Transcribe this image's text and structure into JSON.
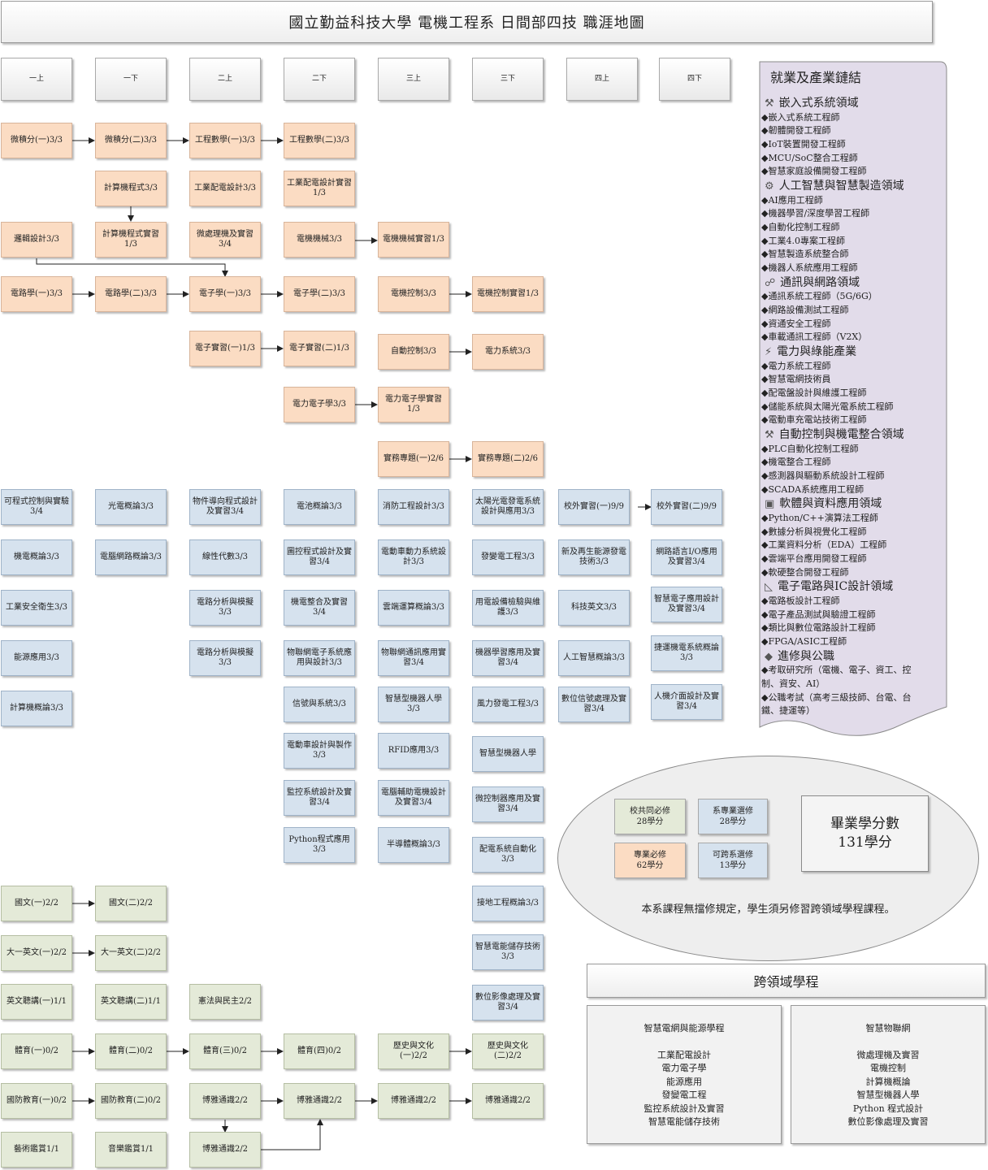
{
  "title": "國立勤益科技大學 電機工程系 日間部四技 職涯地圖",
  "semesters": [
    "一上",
    "一下",
    "二上",
    "二下",
    "三上",
    "三下",
    "四上",
    "四下"
  ],
  "courses": {
    "c01": "微積分(一)3/3",
    "c02": "微積分(二)3/3",
    "c03": "工程數學(一)3/3",
    "c04": "工程數學(二)3/3",
    "c05": "計算機程式3/3",
    "c06": "工業配電設計3/3",
    "c07": "工業配電設計實習1/3",
    "c08": "邏輯設計3/3",
    "c09": "計算機程式實習1/3",
    "c10": "微處理機及實習3/4",
    "c11": "電機機械3/3",
    "c12": "電機機械實習1/3",
    "c13": "電路學(一)3/3",
    "c14": "電路學(二)3/3",
    "c15": "電子學(一)3/3",
    "c16": "電子學(二)3/3",
    "c17": "電機控制3/3",
    "c18": "電機控制實習1/3",
    "c19": "電子實習(一)1/3",
    "c20": "電子實習(二)1/3",
    "c21": "自動控制3/3",
    "c22": "電力系統3/3",
    "c23": "電力電子學3/3",
    "c24": "電力電子學實習1/3",
    "c25": "實務專題(一)2/6",
    "c26": "實務專題(二)2/6",
    "e01": "可程式控制與實驗3/4",
    "e02": "光電概論3/3",
    "e03": "物件導向程式設計及實習3/4",
    "e04": "電池概論3/3",
    "e05": "消防工程設計3/3",
    "e06": "太陽光電發電系統設計與應用3/3",
    "e07": "校外實習(一)9/9",
    "e08": "校外實習(二)9/9",
    "e09": "機電概論3/3",
    "e10": "電腦網路概論3/3",
    "e11": "線性代數3/3",
    "e12": "圖控程式設計及實習3/4",
    "e13": "電動車動力系統設計3/3",
    "e14": "發變電工程3/3",
    "e15": "新及再生能源發電技術3/3",
    "e16": "網路語言I/O應用及實習3/4",
    "e17": "工業安全衛生3/3",
    "e18": "電路分析與模擬3/3",
    "e19": "機電整合及實習3/4",
    "e20": "雲端運算概論3/3",
    "e21": "用電設備檢驗與維護3/3",
    "e22": "科技英文3/3",
    "e23": "智慧電子應用設計及實習3/4",
    "e24": "能源應用3/3",
    "e25": "電路分析與模擬3/3",
    "e26": "物聯網電子系統應用與設計3/3",
    "e27": "物聯網通訊應用實習3/4",
    "e28": "機器學習應用及實習3/4",
    "e29": "人工智慧概論3/3",
    "e30": "捷運機電系統概論3/3",
    "e31": "計算機概論3/3",
    "e32": "信號與系統3/3",
    "e33": "智慧型機器人學3/3",
    "e34": "風力發電工程3/3",
    "e35": "數位信號處理及實習3/4",
    "e36": "人機介面設計及實習3/4",
    "e37": "電動車設計與製作3/3",
    "e38": "RFID應用3/3",
    "e39": "智慧型機器人學",
    "e40": "監控系統設計及實習3/4",
    "e41": "電腦輔助電機設計及實習3/4",
    "e42": "微控制器應用及實習3/4",
    "e43": "Python程式應用3/3",
    "e44": "半導體概論3/3",
    "e45": "配電系統自動化3/3",
    "e46": "接地工程概論3/3",
    "e47": "智慧電能儲存技術3/3",
    "e48": "數位影像處理及實習3/4",
    "g01": "國文(一)2/2",
    "g02": "國文(二)2/2",
    "g03": "大一英文(一)2/2",
    "g04": "大一英文(二)2/2",
    "g05": "英文聽講(一)1/1",
    "g06": "英文聽講(二)1/1",
    "g07": "憲法與民主2/2",
    "g08": "體育(一)0/2",
    "g09": "體育(二)0/2",
    "g10": "體育(三)0/2",
    "g11": "體育(四)0/2",
    "g12": "歷史與文化(一)2/2",
    "g13": "歷史與文化(二)2/2",
    "g14": "國防教育(一)0/2",
    "g15": "國防教育(二)0/2",
    "g16": "博雅通識2/2",
    "g17": "博雅通識2/2",
    "g18": "博雅通識2/2",
    "g19": "博雅通識2/2",
    "g20": "藝術鑑賞1/1",
    "g21": "音樂鑑賞1/1",
    "g22": "博雅通識2/2"
  },
  "career": {
    "title": "就業及產業鏈結",
    "lines": [
      {
        "cat": true,
        "icon": "wrench-icon",
        "glyph": "⚒",
        "text": "嵌入式系統領域"
      },
      {
        "text": "◆嵌入式系統工程師"
      },
      {
        "text": "◆韌體開發工程師"
      },
      {
        "text": "◆IoT裝置開發工程師"
      },
      {
        "text": "◆MCU/SoC整合工程師"
      },
      {
        "text": "◆智慧家庭設備開發工程師"
      },
      {
        "cat": true,
        "icon": "robot-icon",
        "glyph": "⚙",
        "text": "人工智慧與智慧製造領域"
      },
      {
        "text": "◆AI應用工程師"
      },
      {
        "text": "◆機器學習/深度學習工程師"
      },
      {
        "text": "◆自動化控制工程師"
      },
      {
        "text": "◆工業4.0專案工程師"
      },
      {
        "text": "◆智慧製造系統整合師"
      },
      {
        "text": "◆機器人系統應用工程師"
      },
      {
        "cat": true,
        "icon": "satellite-icon",
        "glyph": "☍",
        "text": "通訊與網路領域"
      },
      {
        "text": "◆通訊系統工程師（5G/6G）"
      },
      {
        "text": "◆網路設備測試工程師"
      },
      {
        "text": "◆資通安全工程師"
      },
      {
        "text": "◆車載通訊工程師（V2X）"
      },
      {
        "cat": true,
        "icon": "lightning-icon",
        "glyph": "⚡",
        "text": "電力與綠能產業"
      },
      {
        "text": "◆電力系統工程師"
      },
      {
        "text": "◆智慧電網技術員"
      },
      {
        "text": "◆配電盤設計與維護工程師"
      },
      {
        "text": "◆儲能系統與太陽光電系統工程師"
      },
      {
        "text": "◆電動車充電站技術工程師"
      },
      {
        "cat": true,
        "icon": "tools-icon",
        "glyph": "⚒",
        "text": "自動控制與機電整合領域"
      },
      {
        "text": "◆PLC自動化控制工程師"
      },
      {
        "text": "◆機電整合工程師"
      },
      {
        "text": "◆感測器與驅動系統設計工程師"
      },
      {
        "text": "◆SCADA系統應用工程師"
      },
      {
        "cat": true,
        "icon": "computer-icon",
        "glyph": "▣",
        "text": "軟體與資料應用領域"
      },
      {
        "text": "◆Python/C++演算法工程師"
      },
      {
        "text": "◆數據分析與視覺化工程師"
      },
      {
        "text": "◆工業資料分析（EDA）工程師"
      },
      {
        "text": "◆雲端平台應用開發工程師"
      },
      {
        "text": "◆軟硬整合開發工程師"
      },
      {
        "cat": true,
        "icon": "triangle-ruler-icon",
        "glyph": "◺",
        "text": "電子電路與IC設計領域"
      },
      {
        "text": "◆電路板設計工程師"
      },
      {
        "text": "◆電子產品測試與驗證工程師"
      },
      {
        "text": "◆類比與數位電路設計工程師"
      },
      {
        "text": "◆FPGA/ASIC工程師"
      },
      {
        "cat": true,
        "icon": "graduation-cap-icon",
        "glyph": "◆",
        "text": "進修與公職"
      },
      {
        "text": "◆考取研究所（電機、電子、資工、控"
      },
      {
        "text": "制、資安、AI）"
      },
      {
        "text": "◆公職考試（高考三級技師、台電、台"
      },
      {
        "text": "鐵、捷運等）"
      }
    ]
  },
  "credits": {
    "common": "校共同必修\n28學分",
    "dept_elective": "系專業選修\n28學分",
    "required": "專業必修\n62學分",
    "cross_elective": "可跨系選修\n13學分",
    "total_label": "畢業學分數",
    "total_value": "131學分",
    "note": "本系課程無擋修規定，學生須另修習跨領域學程課程。"
  },
  "cross_domain": {
    "title": "跨領域學程",
    "programs": [
      {
        "name": "智慧電網與能源學程",
        "courses": [
          "工業配電設計",
          "電力電子學",
          "能源應用",
          "發變電工程",
          "監控系統設計及實習",
          "智慧電能儲存技術"
        ]
      },
      {
        "name": "智慧物聯網",
        "courses": [
          "微處理機及實習",
          "電機控制",
          "計算機概論",
          "智慧型機器人學",
          "Python 程式設計",
          "數位影像處理及實習"
        ]
      }
    ]
  },
  "colors": {
    "required": "#fbdcc3",
    "elective": "#d6e2ee",
    "general": "#e4ead8",
    "career_panel": "#e2dcea"
  }
}
